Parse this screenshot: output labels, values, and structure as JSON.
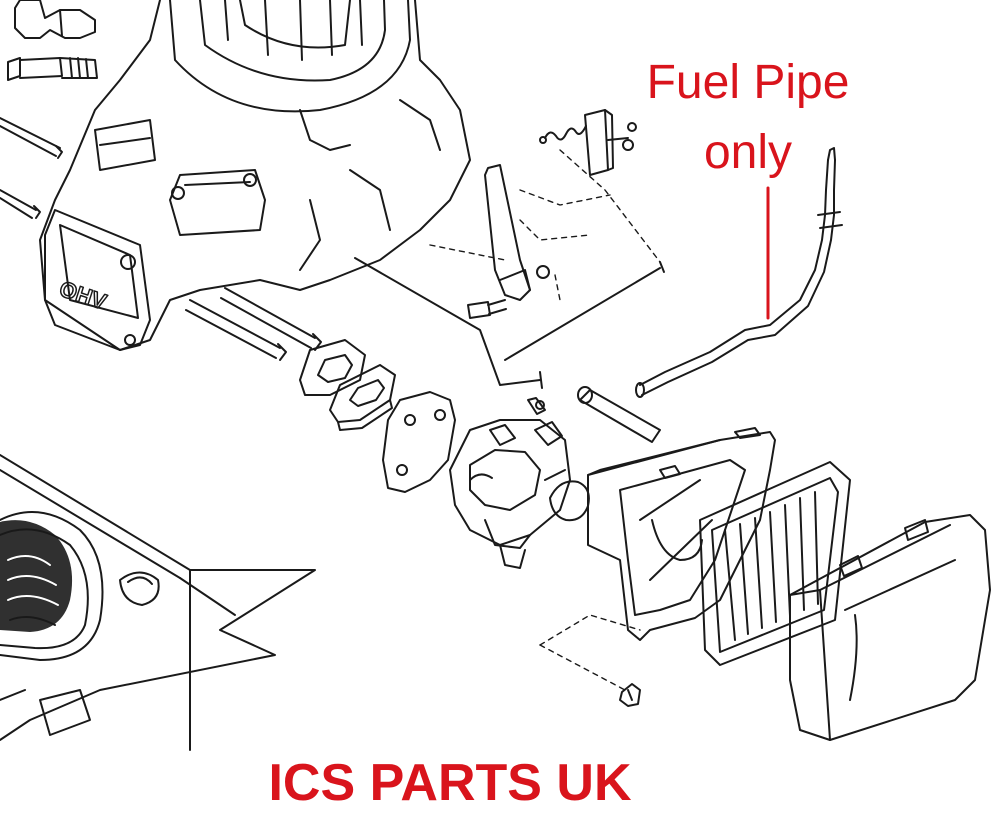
{
  "callout": {
    "line1": "Fuel Pipe",
    "line2": "only",
    "color": "#d9141c"
  },
  "brand": {
    "text": "ICS PARTS UK",
    "color": "#d9141c"
  },
  "engine_badge": "OHV",
  "line_color": "#1a1a1a"
}
